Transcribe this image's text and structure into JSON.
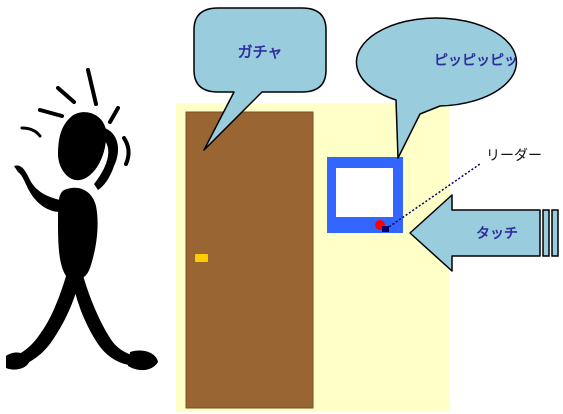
{
  "bubbles": {
    "door_sound": "ガチャ",
    "reader_sound": "ピッピッピッ"
  },
  "labels": {
    "reader": "リーダー",
    "touch": "タッチ"
  },
  "colors": {
    "wall": "#ffffc8",
    "door": "#996633",
    "door_outline": "#7a4f22",
    "handle": "#ffcc00",
    "reader_frame": "#3366ff",
    "reader_screen": "#ffffff",
    "bubble_fill": "#99ccdd",
    "bubble_text": "#2e2e9e",
    "indicator_red": "#ff0000",
    "indicator_navy": "#000066",
    "figure": "#000000",
    "arrow_fill": "#99ccdd"
  }
}
